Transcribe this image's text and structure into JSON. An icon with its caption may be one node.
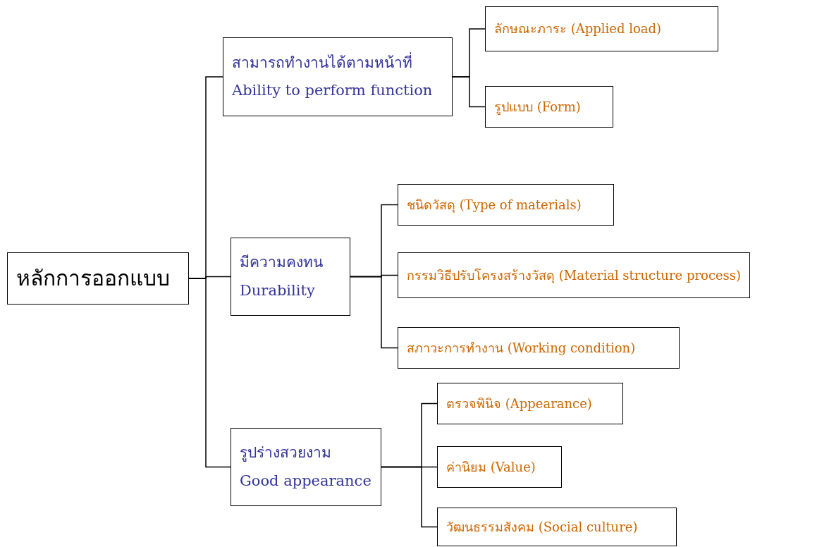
{
  "diagram": {
    "nodes": [
      {
        "text": [
          "หลักการออกแบบ"
        ]
      },
      {
        "text": [
          "สามารถทำงานได้ตามหน้าที่",
          "Ability to perform function"
        ]
      },
      {
        "text": [
          "ลักษณะภาระ (Applied load)"
        ]
      },
      {
        "text": [
          "รูปแบบ (Form)"
        ]
      },
      {
        "text": [
          "มีความคงทน",
          "Durability"
        ]
      },
      {
        "text": [
          "ชนิดวัสดุ (Type of materials)"
        ]
      },
      {
        "text": [
          "กรรมวิธีปรับโครงสร้างวัสดุ (Material structure process)"
        ]
      },
      {
        "text": [
          "สภาวะการทำงาน (Working condition)"
        ]
      },
      {
        "text": [
          "รูปร่างสวยงาม",
          "Good appearance"
        ]
      },
      {
        "text": [
          "ตรวจพินิจ (Appearance)"
        ]
      },
      {
        "text": [
          "ค่านิยม (Value)"
        ]
      },
      {
        "text": [
          "วัฒนธรรมสังคม (Social culture)"
        ]
      }
    ],
    "edges": [
      {
        "from": 0,
        "to": 1,
        "arrow": "none"
      },
      {
        "from": 0,
        "to": 4,
        "arrow": "none"
      },
      {
        "from": 0,
        "to": 8,
        "arrow": "none"
      },
      {
        "from": 1,
        "to": 2,
        "arrow": "none"
      },
      {
        "from": 1,
        "to": 3,
        "arrow": "none"
      },
      {
        "from": 4,
        "to": 5,
        "arrow": "none"
      },
      {
        "from": 4,
        "to": 6,
        "arrow": "none"
      },
      {
        "from": 4,
        "to": 7,
        "arrow": "none"
      },
      {
        "from": 8,
        "to": 9,
        "arrow": "none"
      },
      {
        "from": 8,
        "to": 10,
        "arrow": "none"
      },
      {
        "from": 8,
        "to": 11,
        "arrow": "none"
      }
    ]
  }
}
